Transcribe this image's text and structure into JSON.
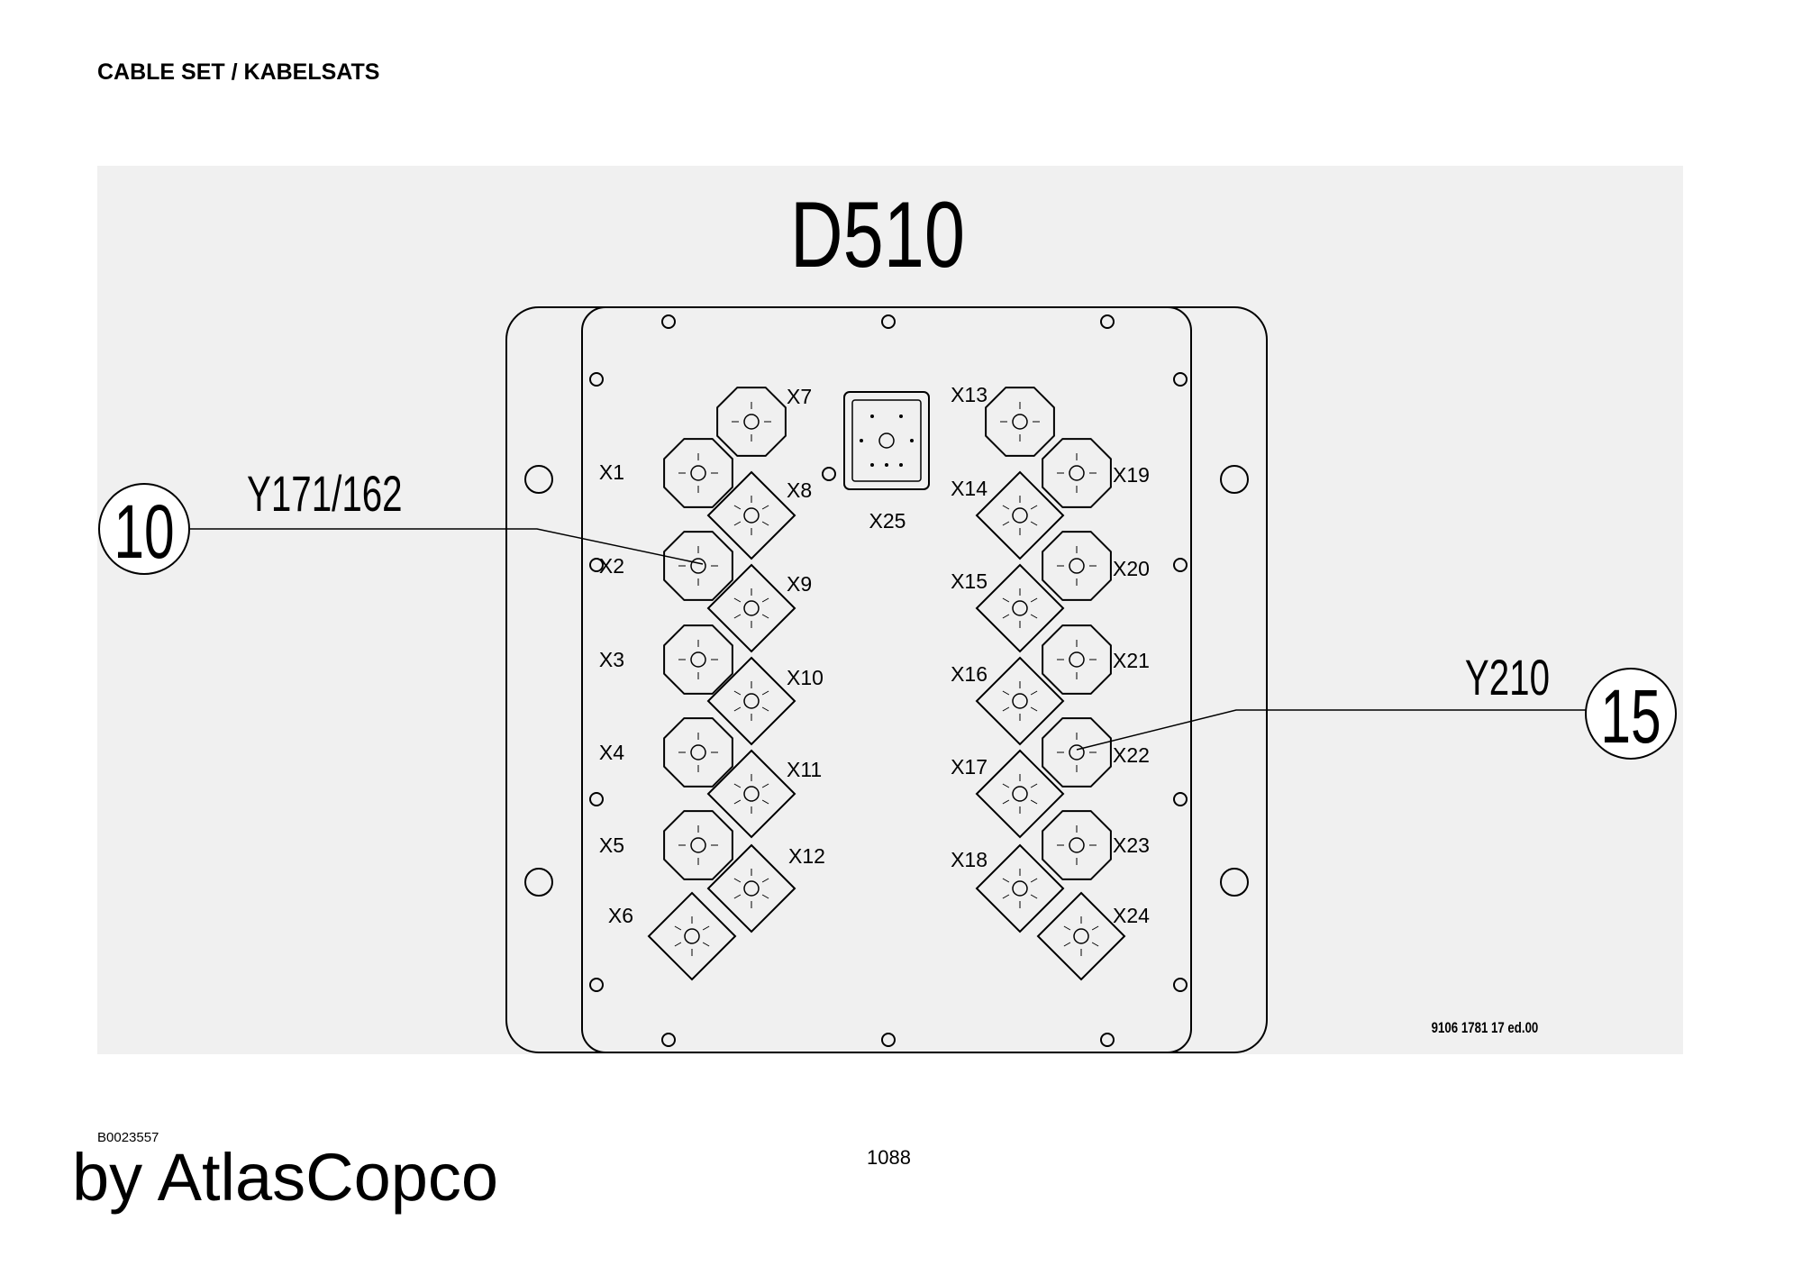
{
  "header": {
    "title": "CABLE SET / KABELSATS"
  },
  "diagram": {
    "title": "D510",
    "callout_left": {
      "number": "10",
      "label": "Y171/162",
      "target": "X2"
    },
    "callout_right": {
      "number": "15",
      "label": "Y210",
      "target": "X22"
    },
    "drawing_number": "9106 1781 17 ed.00",
    "center_connector": {
      "id": "X25",
      "label": "X25"
    },
    "connectors": [
      {
        "id": "X1",
        "label": "X1",
        "type": "octagon"
      },
      {
        "id": "X2",
        "label": "X2",
        "type": "octagon"
      },
      {
        "id": "X3",
        "label": "X3",
        "type": "octagon"
      },
      {
        "id": "X4",
        "label": "X4",
        "type": "octagon"
      },
      {
        "id": "X5",
        "label": "X5",
        "type": "octagon"
      },
      {
        "id": "X6",
        "label": "X6",
        "type": "diamond"
      },
      {
        "id": "X7",
        "label": "X7",
        "type": "octagon"
      },
      {
        "id": "X8",
        "label": "X8",
        "type": "diamond"
      },
      {
        "id": "X9",
        "label": "X9",
        "type": "diamond"
      },
      {
        "id": "X10",
        "label": "X10",
        "type": "diamond"
      },
      {
        "id": "X11",
        "label": "X11",
        "type": "diamond"
      },
      {
        "id": "X12",
        "label": "X12",
        "type": "diamond"
      },
      {
        "id": "X13",
        "label": "X13",
        "type": "octagon"
      },
      {
        "id": "X14",
        "label": "X14",
        "type": "diamond"
      },
      {
        "id": "X15",
        "label": "X15",
        "type": "diamond"
      },
      {
        "id": "X16",
        "label": "X16",
        "type": "diamond"
      },
      {
        "id": "X17",
        "label": "X17",
        "type": "diamond"
      },
      {
        "id": "X18",
        "label": "X18",
        "type": "diamond"
      },
      {
        "id": "X19",
        "label": "X19",
        "type": "octagon"
      },
      {
        "id": "X20",
        "label": "X20",
        "type": "octagon"
      },
      {
        "id": "X21",
        "label": "X21",
        "type": "octagon"
      },
      {
        "id": "X22",
        "label": "X22",
        "type": "octagon"
      },
      {
        "id": "X23",
        "label": "X23",
        "type": "octagon"
      },
      {
        "id": "X24",
        "label": "X24",
        "type": "diamond"
      }
    ]
  },
  "footer": {
    "doc_number": "B0023557",
    "page_number": "1088",
    "brand": "by AtlasCopco"
  }
}
